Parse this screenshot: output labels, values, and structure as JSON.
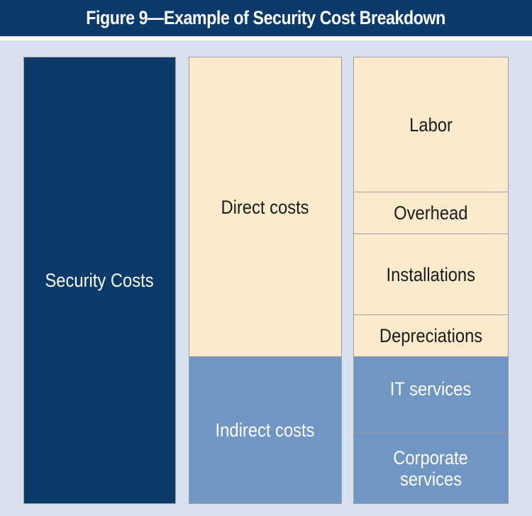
{
  "title": "Figure 9—Example of Security Cost Breakdown",
  "colors": {
    "header": "#0a3a69",
    "background": "#d9e0f0",
    "direct": "#feebcb",
    "indirect": "#7096c4",
    "root": "#0a3a69"
  },
  "columns": [
    {
      "level": 1,
      "boxes": [
        {
          "label": "Security Costs",
          "category": "root"
        }
      ]
    },
    {
      "level": 2,
      "boxes": [
        {
          "label": "Direct costs",
          "category": "direct"
        },
        {
          "label": "Indirect costs",
          "category": "indirect"
        }
      ]
    },
    {
      "level": 3,
      "boxes": [
        {
          "label": "Labor",
          "category": "direct"
        },
        {
          "label": "Overhead",
          "category": "direct"
        },
        {
          "label": "Installations",
          "category": "direct"
        },
        {
          "label": "Depreciations",
          "category": "direct"
        },
        {
          "label": "IT services",
          "category": "indirect"
        },
        {
          "label": "Corporate services",
          "line1": "Corporate",
          "line2": "services",
          "category": "indirect"
        }
      ]
    }
  ]
}
